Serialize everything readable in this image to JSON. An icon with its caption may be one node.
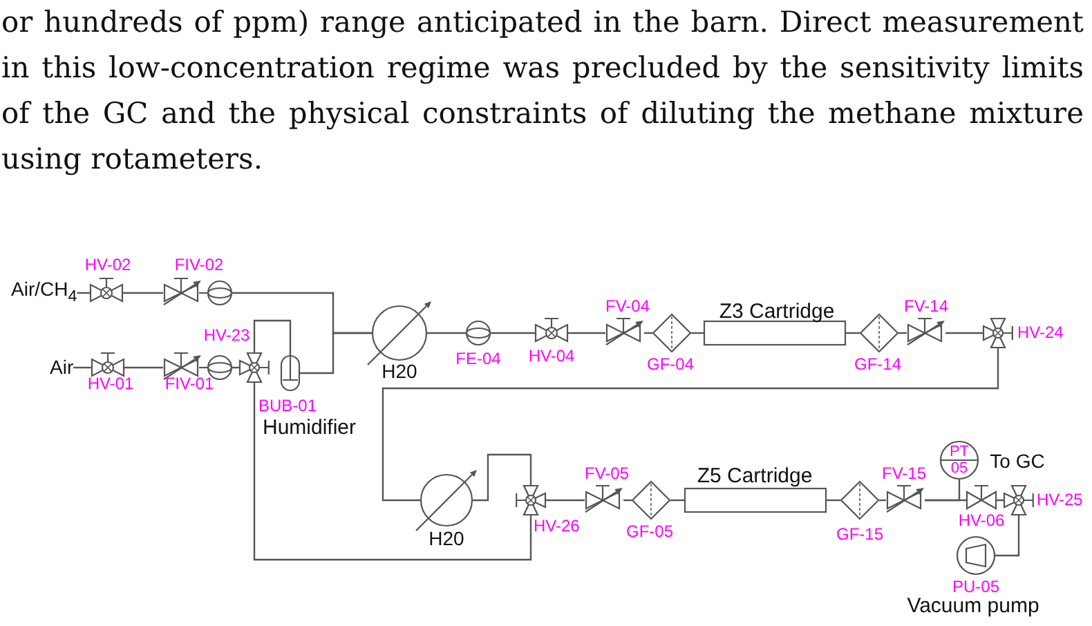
{
  "diagram": {
    "nodes": [
      {
        "text": [
          "Air/CH$_{4}$"
        ]
      },
      {
        "text": [
          "HV-02"
        ]
      },
      {
        "text": [
          "FIV-02"
        ]
      },
      {
        "text": [
          "Air"
        ]
      },
      {
        "text": [
          "HV-01"
        ]
      },
      {
        "text": [
          "FIV-01"
        ]
      },
      {
        "text": [
          "HV-23"
        ]
      },
      {
        "text": [
          "BUB-01",
          "Humidifier"
        ]
      },
      {
        "text": [
          "H20"
        ]
      },
      {
        "text": [
          "FE-04"
        ]
      },
      {
        "text": [
          "HV-04"
        ]
      },
      {
        "text": [
          "FV-04"
        ]
      },
      {
        "text": [
          "GF-04"
        ]
      },
      {
        "text": [
          "Z3 Cartridge"
        ]
      },
      {
        "text": [
          "GF-14"
        ]
      },
      {
        "text": [
          "FV-14"
        ]
      },
      {
        "text": [
          "HV-24"
        ]
      },
      {
        "text": [
          "H20"
        ]
      },
      {
        "text": [
          "HV-26"
        ]
      },
      {
        "text": [
          "FV-05"
        ]
      },
      {
        "text": [
          "GF-05"
        ]
      },
      {
        "text": [
          "Z5 Cartridge"
        ]
      },
      {
        "text": [
          "GF-15"
        ]
      },
      {
        "text": [
          "FV-15"
        ]
      },
      {
        "text": [
          "PT 05"
        ]
      },
      {
        "text": [
          "HV-06"
        ]
      },
      {
        "text": [
          "HV-25"
        ],
        "beside": [
          "To GC"
        ]
      },
      {
        "text": [
          "PU-05",
          "Vacuum pump"
        ]
      }
    ],
    "edges": [
      {
        "from": 0,
        "to": 1,
        "arrow": "none"
      },
      {
        "from": 1,
        "to": 2,
        "arrow": "none"
      },
      {
        "from": 2,
        "to": 8,
        "arrow": "none"
      },
      {
        "from": 3,
        "to": 4,
        "arrow": "none"
      },
      {
        "from": 4,
        "to": 5,
        "arrow": "none"
      },
      {
        "from": 5,
        "to": 6,
        "arrow": "none"
      },
      {
        "from": 6,
        "to": 7,
        "arrow": "none"
      },
      {
        "from": 6,
        "to": 18,
        "arrow": "none"
      },
      {
        "from": 7,
        "to": 8,
        "arrow": "none"
      },
      {
        "from": 8,
        "to": 9,
        "arrow": "none"
      },
      {
        "from": 9,
        "to": 10,
        "arrow": "none"
      },
      {
        "from": 10,
        "to": 11,
        "arrow": "none"
      },
      {
        "from": 11,
        "to": 12,
        "arrow": "none"
      },
      {
        "from": 12,
        "to": 13,
        "arrow": "none"
      },
      {
        "from": 13,
        "to": 14,
        "arrow": "none"
      },
      {
        "from": 14,
        "to": 15,
        "arrow": "none"
      },
      {
        "from": 15,
        "to": 16,
        "arrow": "none"
      },
      {
        "from": 16,
        "to": 17,
        "arrow": "none"
      },
      {
        "from": 17,
        "to": 18,
        "arrow": "none"
      },
      {
        "from": 18,
        "to": 19,
        "arrow": "none"
      },
      {
        "from": 19,
        "to": 20,
        "arrow": "none"
      },
      {
        "from": 20,
        "to": 21,
        "arrow": "none"
      },
      {
        "from": 21,
        "to": 22,
        "arrow": "none"
      },
      {
        "from": 22,
        "to": 23,
        "arrow": "none"
      },
      {
        "from": 23,
        "to": 24,
        "arrow": "none"
      },
      {
        "from": 23,
        "to": 25,
        "arrow": "none"
      },
      {
        "from": 25,
        "to": 26,
        "arrow": "none"
      },
      {
        "from": 26,
        "to": 27,
        "arrow": "none"
      }
    ],
    "labels": [
      "or hundreds of ppm) range anticipated in the barn. Direct measurement in this low-concentration regime was precluded by the sensitivity limits of the GC and the physical constraints of diluting the methane mixture using rotameters."
    ]
  }
}
